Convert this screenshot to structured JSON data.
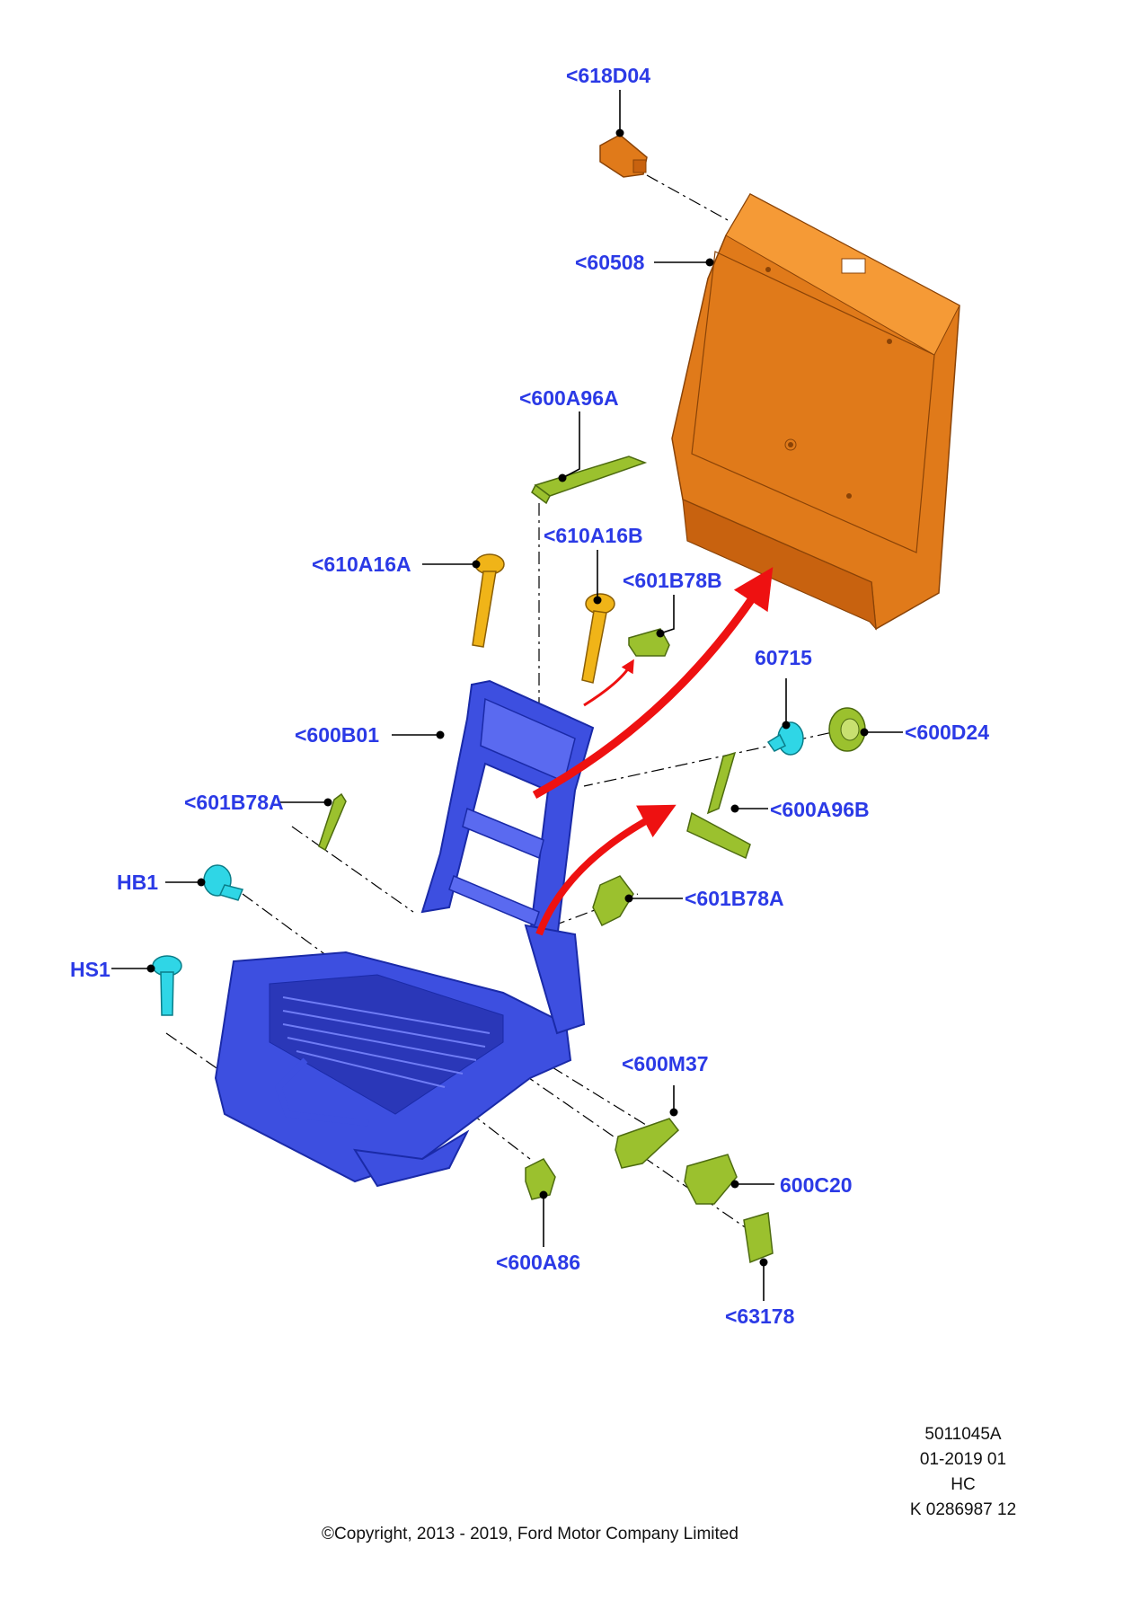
{
  "callouts": {
    "c_618D04": "<618D04",
    "c_60508": "<60508",
    "c_600A96A": "<600A96A",
    "c_610A16B": "<610A16B",
    "c_610A16A": "<610A16A",
    "c_601B78B": "<601B78B",
    "c_60715": "60715",
    "c_600D24": "<600D24",
    "c_600B01": "<600B01",
    "c_601B78A_left": "<601B78A",
    "c_600A96B": "<600A96B",
    "c_HB1": "HB1",
    "c_601B78A_right": "<601B78A",
    "c_HS1": "HS1",
    "c_600M37": "<600M37",
    "c_600C20": "600C20",
    "c_600A86": "<600A86",
    "c_63178": "<63178"
  },
  "info": {
    "line1": "5011045A",
    "line2": "01-2019 01",
    "line3": "HC",
    "line4": "K 0286987 12"
  },
  "copyright": "©Copyright, 2013 - 2019, Ford Motor Company Limited",
  "colors": {
    "label": "#2b3ae6",
    "frame": "#3d4fe0",
    "panel": "#e07a1a",
    "bracket": "#9bc12e",
    "arrow": "#ee1111"
  }
}
